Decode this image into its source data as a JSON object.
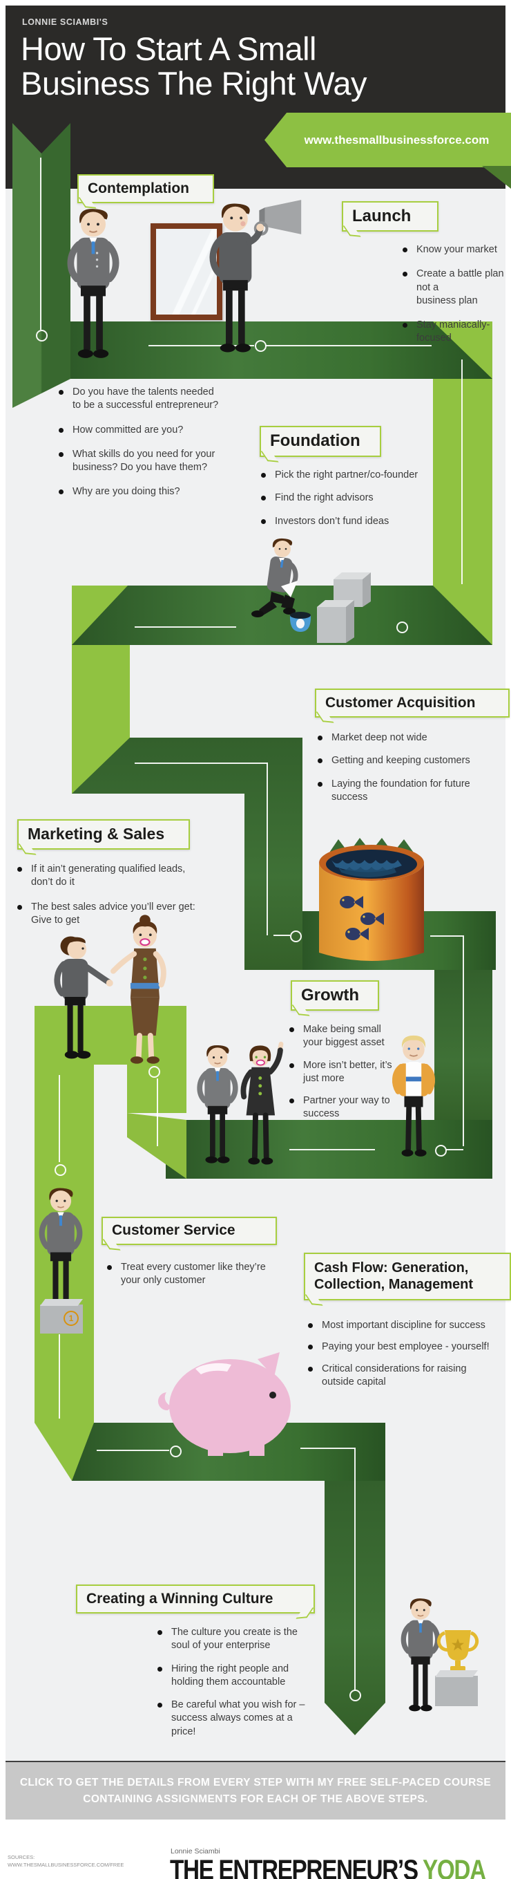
{
  "header": {
    "kicker": "LONNIE SCIAMBI'S",
    "title": "How To Start A Small\nBusiness The Right Way",
    "banner_url": "www.thesmallbusinessforce.com"
  },
  "sections": {
    "contemplation": {
      "label": "Contemplation",
      "bullets": [
        "Do you have the talents needed\nto be a successful entrepreneur?",
        "How committed are you?",
        "What skills do you need for your\nbusiness? Do you have them?",
        "Why are you doing this?"
      ]
    },
    "launch": {
      "label": "Launch",
      "bullets": [
        "Know your market",
        "Create a battle plan not a\nbusiness plan",
        "Stay maniacally-focused"
      ]
    },
    "foundation": {
      "label": "Foundation",
      "bullets": [
        "Pick the right partner/co-founder",
        "Find the right advisors",
        "Investors don’t fund ideas"
      ]
    },
    "customer_acquisition": {
      "label": "Customer Acquisition",
      "bullets": [
        "Market deep not wide",
        "Getting and keeping customers",
        "Laying the foundation for future\nsuccess"
      ]
    },
    "marketing_sales": {
      "label": "Marketing & Sales",
      "bullets": [
        "If it ain’t generating qualified leads,\ndon’t do it",
        "The best sales advice you’ll ever get:\nGive to get"
      ]
    },
    "growth": {
      "label": "Growth",
      "bullets": [
        "Make being small\nyour biggest asset",
        "More isn’t better, it’s\njust more",
        "Partner your way to\nsuccess"
      ]
    },
    "customer_service": {
      "label": "Customer Service",
      "bullets": [
        "Treat every customer like they’re\nyour only customer"
      ]
    },
    "cash_flow": {
      "label": "Cash Flow: Generation,\nCollection, Management",
      "bullets": [
        "Most important discipline for success",
        "Paying your best employee - yourself!",
        "Critical considerations for raising\noutside capital"
      ]
    },
    "culture": {
      "label": "Creating a Winning Culture",
      "bullets": [
        "The culture you create is the\nsoul of your enterprise",
        "Hiring the right people and\nholding them accountable",
        "Be careful what you wish for –\nsuccess always comes at a\nprice!"
      ]
    }
  },
  "pedestal_number": "1",
  "footer": {
    "cta": "CLICK TO GET THE DETAILS FROM EVERY STEP WITH MY FREE SELF-PACED COURSE\nCONTAINING ASSIGNMENTS FOR EACH OF THE ABOVE STEPS.",
    "sources_label": "SOURCES:",
    "sources_url": "WWW.THESMALLBUSINESSFORCE.COM/FREE",
    "brand_kicker": "Lonnie Sciambi",
    "brand_main": "THE ENTREPRENEUR’S ",
    "brand_accent": "YODA"
  },
  "colors": {
    "header_dark": "#2b2a28",
    "dark_green": "#3c6b33",
    "light_green": "#90c241",
    "accent_green": "#76b043",
    "bar_gray": "#c8c8c8"
  }
}
